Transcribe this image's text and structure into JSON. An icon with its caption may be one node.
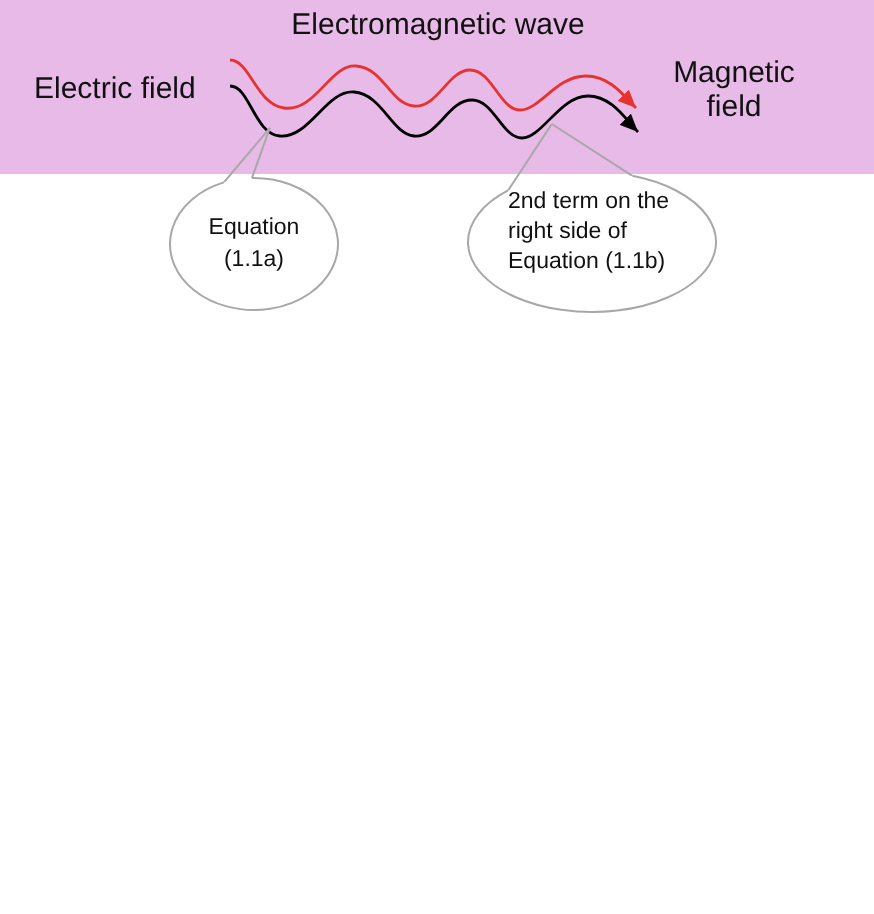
{
  "diagram": {
    "nodes": [
      {
        "text": [
          "Electromagnetic wave",
          "Electric field",
          "Magnetic field"
        ]
      },
      {
        "text": [],
        "shape": "wave",
        "in": 0
      },
      {
        "text": [
          "Equation (1.1a)"
        ]
      },
      {
        "text": [
          "2nd term on the right side of Equation (1.1b)"
        ]
      }
    ],
    "edges": [
      {
        "from": 2,
        "to": 1,
        "arrow": "none"
      },
      {
        "from": 3,
        "to": 1,
        "arrow": "none"
      }
    ]
  }
}
